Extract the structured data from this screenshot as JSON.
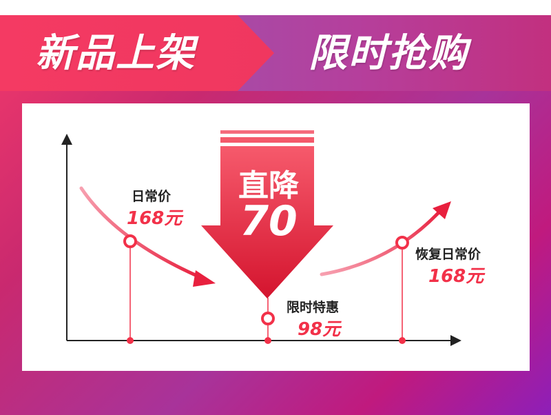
{
  "header": {
    "left_title": "新品上架",
    "right_title": "限时抢购",
    "left_color": "#f23a62",
    "right_color": "#b43e9c"
  },
  "badge": {
    "title": "直降",
    "amount": "70",
    "color": "#e8203e"
  },
  "points": {
    "regular": {
      "label": "日常价",
      "price": "168元"
    },
    "promo": {
      "label": "限时特惠",
      "price": "98元"
    },
    "restored": {
      "label": "恢复日常价",
      "price": "168元"
    }
  },
  "colors": {
    "accent": "#f23149",
    "axis": "#222222",
    "panel": "#ffffff"
  }
}
